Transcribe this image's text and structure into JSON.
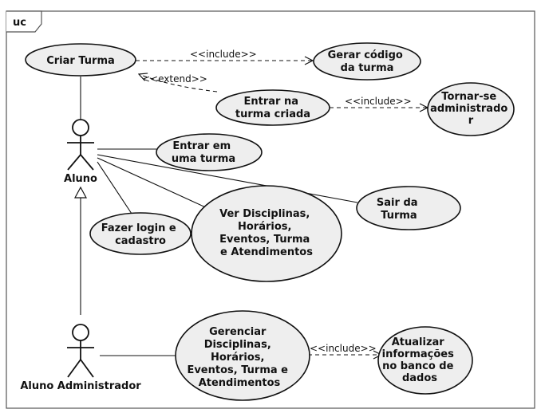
{
  "frame": {
    "label": "uc"
  },
  "actors": {
    "aluno": "Aluno",
    "aluno_admin": "Aluno Administrador"
  },
  "use_cases": {
    "criar_turma": [
      "Criar Turma"
    ],
    "gerar_codigo": [
      "Gerar código",
      "da turma"
    ],
    "entrar_turma_criada": [
      "Entrar na",
      "turma criada"
    ],
    "tornar_admin": [
      "Tornar-se",
      "administrado",
      "r"
    ],
    "entrar_turma": [
      "Entrar em",
      "uma turma"
    ],
    "sair_turma": [
      "Sair da",
      "Turma"
    ],
    "login": [
      "Fazer login e",
      "cadastro"
    ],
    "ver": [
      "Ver Disciplinas,",
      "Horários,",
      "Eventos, Turma",
      "e Atendimentos"
    ],
    "gerenciar": [
      "Gerenciar",
      "Disciplinas,",
      "Horários,",
      "Eventos, Turma e",
      "Atendimentos"
    ],
    "atualizar": [
      "Atualizar",
      "informações",
      "no banco de",
      "dados"
    ]
  },
  "relations": {
    "include_label": "<<include>>",
    "extend_label": "<<extend>>"
  }
}
